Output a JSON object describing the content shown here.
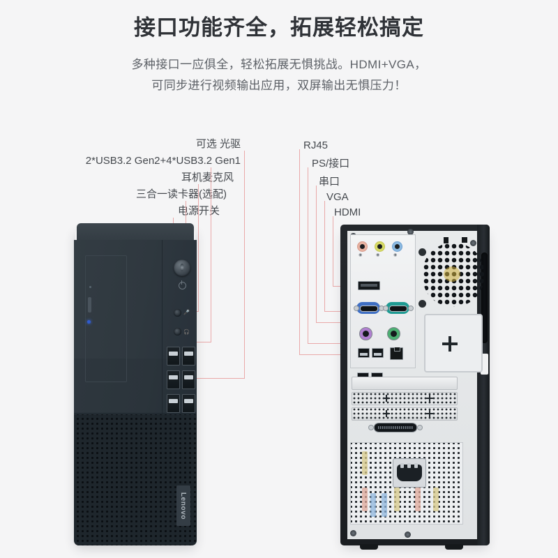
{
  "page": {
    "background_color": "#f5f5f6",
    "headline": "接口功能齐全，拓展轻松搞定",
    "subcopy_line1": "多种接口一应俱全，轻松拓展无惧挑战。HDMI+VGA，",
    "subcopy_line2": "可同步进行视频输出应用，双屏输出无惧压力！",
    "headline_color": "#2f3237",
    "subcopy_color": "#5d6167",
    "leader_line_color": "#e9a8a8"
  },
  "front_callouts": [
    {
      "id": "optical-drive",
      "label": "可选 光驱"
    },
    {
      "id": "usb-ports",
      "label": "2*USB3.2 Gen2+4*USB3.2 Gen1"
    },
    {
      "id": "audio-jacks",
      "label": "耳机麦克风"
    },
    {
      "id": "card-reader",
      "label": "三合一读卡器(选配)"
    },
    {
      "id": "power-switch",
      "label": "电源开关"
    }
  ],
  "rear_callouts": [
    {
      "id": "rj45",
      "label": "RJ45"
    },
    {
      "id": "ps2",
      "label": "PS/接口"
    },
    {
      "id": "serial",
      "label": "串口"
    },
    {
      "id": "vga",
      "label": "VGA"
    },
    {
      "id": "hdmi",
      "label": "HDMI"
    }
  ],
  "front_unit": {
    "brand_logo": "Lenovo",
    "usb_port_count": 6,
    "audio_jack_count": 2,
    "body_color": "#2f383f",
    "mesh_color": "#1e262c"
  },
  "rear_unit": {
    "audio_jacks": [
      {
        "name": "mic-in-jack",
        "color": "#e0a090"
      },
      {
        "name": "line-out-jack",
        "color": "#cfd24a"
      },
      {
        "name": "line-in-jack",
        "color": "#6fa8dc"
      }
    ],
    "video_ports": [
      {
        "name": "vga-port",
        "color": "#3f6fc4"
      },
      {
        "name": "serial-port",
        "color": "#1e9b93"
      }
    ],
    "ps2_ports": [
      {
        "name": "ps2-keyboard-port",
        "color": "#b07fd0"
      },
      {
        "name": "ps2-mouse-port",
        "color": "#4caf72"
      }
    ],
    "rear_usb_count": 4,
    "expansion_slot_count": 4,
    "power_inlet": "IEC-C14"
  }
}
